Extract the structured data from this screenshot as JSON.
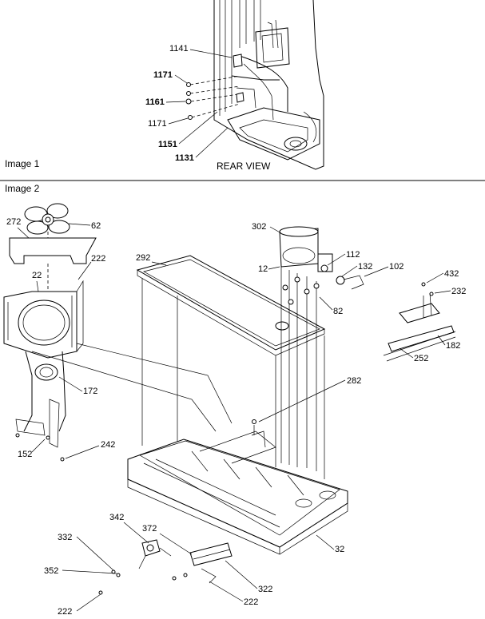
{
  "sections": [
    {
      "id": "image1",
      "label": "Image 1"
    },
    {
      "id": "image2",
      "label": "Image 2"
    }
  ],
  "view_label": "REAR VIEW",
  "callouts": {
    "c1141": "1141",
    "c1171a": "1171",
    "c1161": "1161",
    "c1171b": "1171",
    "c1151": "1151",
    "c1131": "1131",
    "c272": "272",
    "c62": "62",
    "c222a": "222",
    "c22": "22",
    "c292": "292",
    "c302": "302",
    "c12": "12",
    "c112": "112",
    "c132": "132",
    "c102": "102",
    "c82": "82",
    "c432": "432",
    "c232": "232",
    "c182": "182",
    "c252": "252",
    "c172": "172",
    "c282": "282",
    "c152": "152",
    "c242": "242",
    "c342": "342",
    "c372": "372",
    "c332": "332",
    "c352": "352",
    "c322": "322",
    "c32": "32",
    "c222b": "222",
    "c222c": "222"
  }
}
